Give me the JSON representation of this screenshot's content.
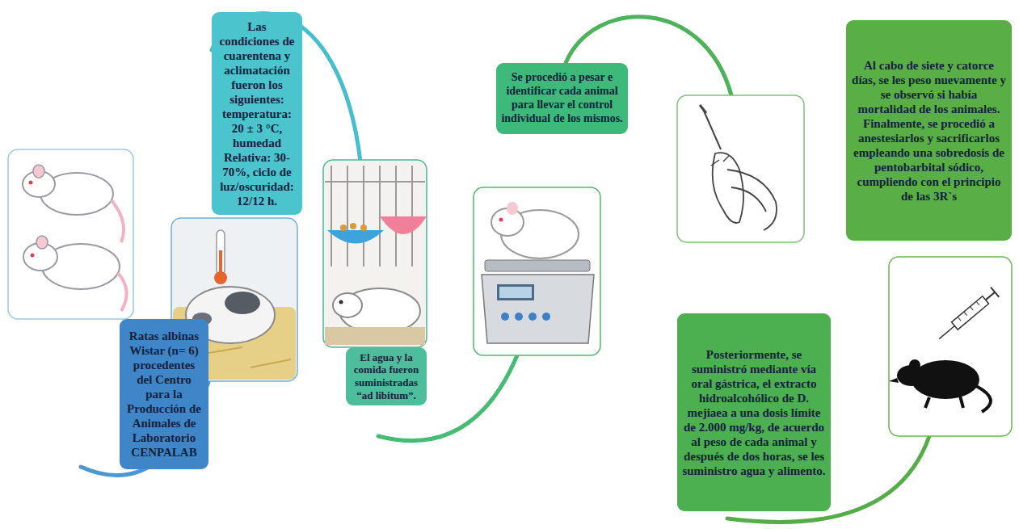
{
  "diagram": {
    "nodes": [
      {
        "text": [
          "Ratas albinas Wistar (n= 6) procedentes del Centro para la Producción de Animales de Laboratorio CENPALAB"
        ]
      },
      {
        "text": [
          "Las condiciones de cuarentena y aclimatación fueron los siguientes: temperatura: 20 ± 3 °C, humedad Relativa: 30-70%, ciclo de luz/oscuridad: 12/12 h."
        ]
      },
      {
        "text": [
          "El agua y la comida fueron suministradas “ad libitum”."
        ]
      },
      {
        "text": [
          "Se procedió a pesar e identificar cada animal para llevar el control individual de los mismos."
        ]
      },
      {
        "text": [
          "Posteriormente, se suministró mediante vía oral gástrica, el extracto hidroalcohólico de D. mejiaea a una dosis límite de 2.000 mg/kg, de acuerdo al peso de cada animal y después de dos horas, se les suministro agua y alimento."
        ]
      },
      {
        "text": [
          "Al cabo de siete y catorce días, se les peso nuevamente y se observó si había mortalidad de los animales. Finalmente, se procedió a anestesiarlos y sacrificarlos empleando una sobredosis de pentobarbital sódico, cumpliendo con el principio de las 3R`s"
        ]
      }
    ]
  }
}
